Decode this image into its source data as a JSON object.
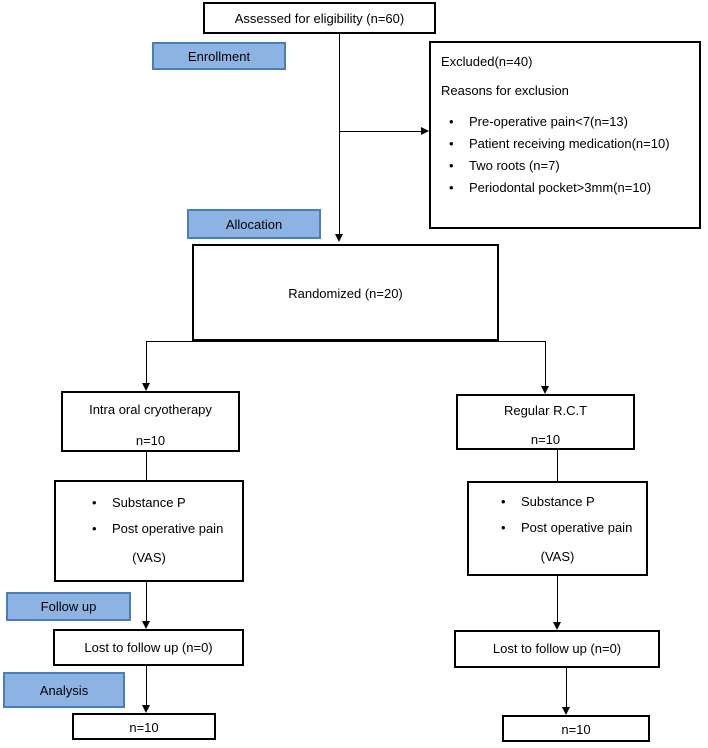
{
  "stages": {
    "enrollment": "Enrollment",
    "allocation": "Allocation",
    "follow_up": "Follow up",
    "analysis": "Analysis"
  },
  "assessed": "Assessed for eligibility (n=60)",
  "excluded": {
    "title": "Excluded(n=40)",
    "subtitle": "Reasons for exclusion",
    "reasons": [
      "Pre-operative pain<7(n=13)",
      "Patient receiving medication(n=10)",
      "Two roots (n=7)",
      "Periodontal pocket>3mm(n=10)"
    ]
  },
  "randomized": "Randomized (n=20)",
  "left_arm": {
    "title": "Intra oral cryotherapy",
    "n": "n=10",
    "outcomes": [
      "Substance P",
      "Post operative pain"
    ],
    "outcome_note": "(VAS)",
    "lost": "Lost to follow up (n=0)",
    "analysed": "n=10"
  },
  "right_arm": {
    "title": "Regular R.C.T",
    "n": "n=10",
    "outcomes": [
      "Substance P",
      "Post operative pain"
    ],
    "outcome_note": "(VAS)",
    "lost": "Lost to follow up (n=0)",
    "analysed": "n=10"
  },
  "colors": {
    "stage_fill": "#8db3e2",
    "stage_border": "#4a7ebb"
  }
}
